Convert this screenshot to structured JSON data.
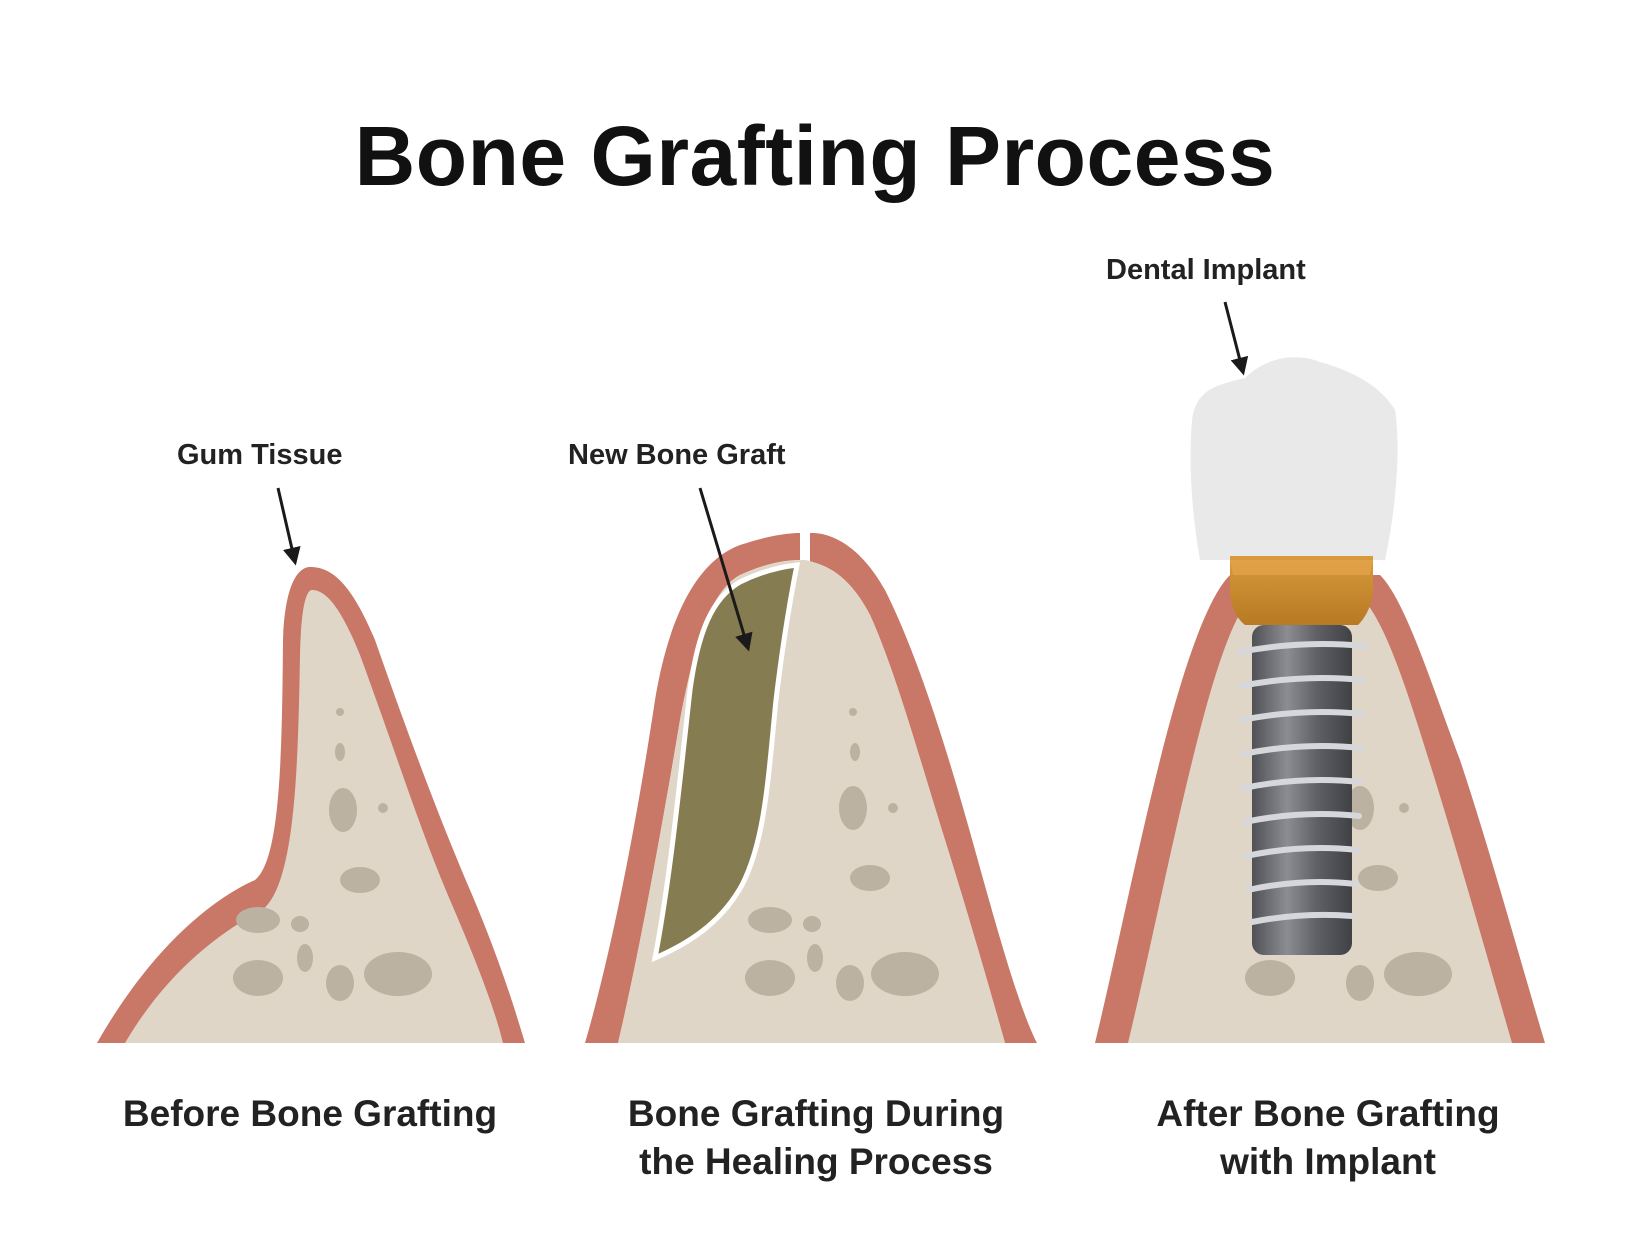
{
  "title": "Bone Grafting Process",
  "labels": {
    "gum_tissue": "Gum Tissue",
    "new_bone_graft": "New Bone Graft",
    "dental_implant": "Dental Implant"
  },
  "panels": [
    {
      "caption_lines": [
        "Before Bone Grafting"
      ]
    },
    {
      "caption_lines": [
        "Bone Grafting During",
        "the Healing Process"
      ]
    },
    {
      "caption_lines": [
        "After Bone Grafting",
        "with Implant"
      ]
    }
  ],
  "colors": {
    "gum": "#c97767",
    "bone": "#e0d6c7",
    "bone_spots": "#bcb2a2",
    "graft": "#867c52",
    "implant_crown": "#e9e9e9",
    "implant_abutment": "#c7892e",
    "implant_screw": "#6b6d72",
    "text": "#222222"
  }
}
